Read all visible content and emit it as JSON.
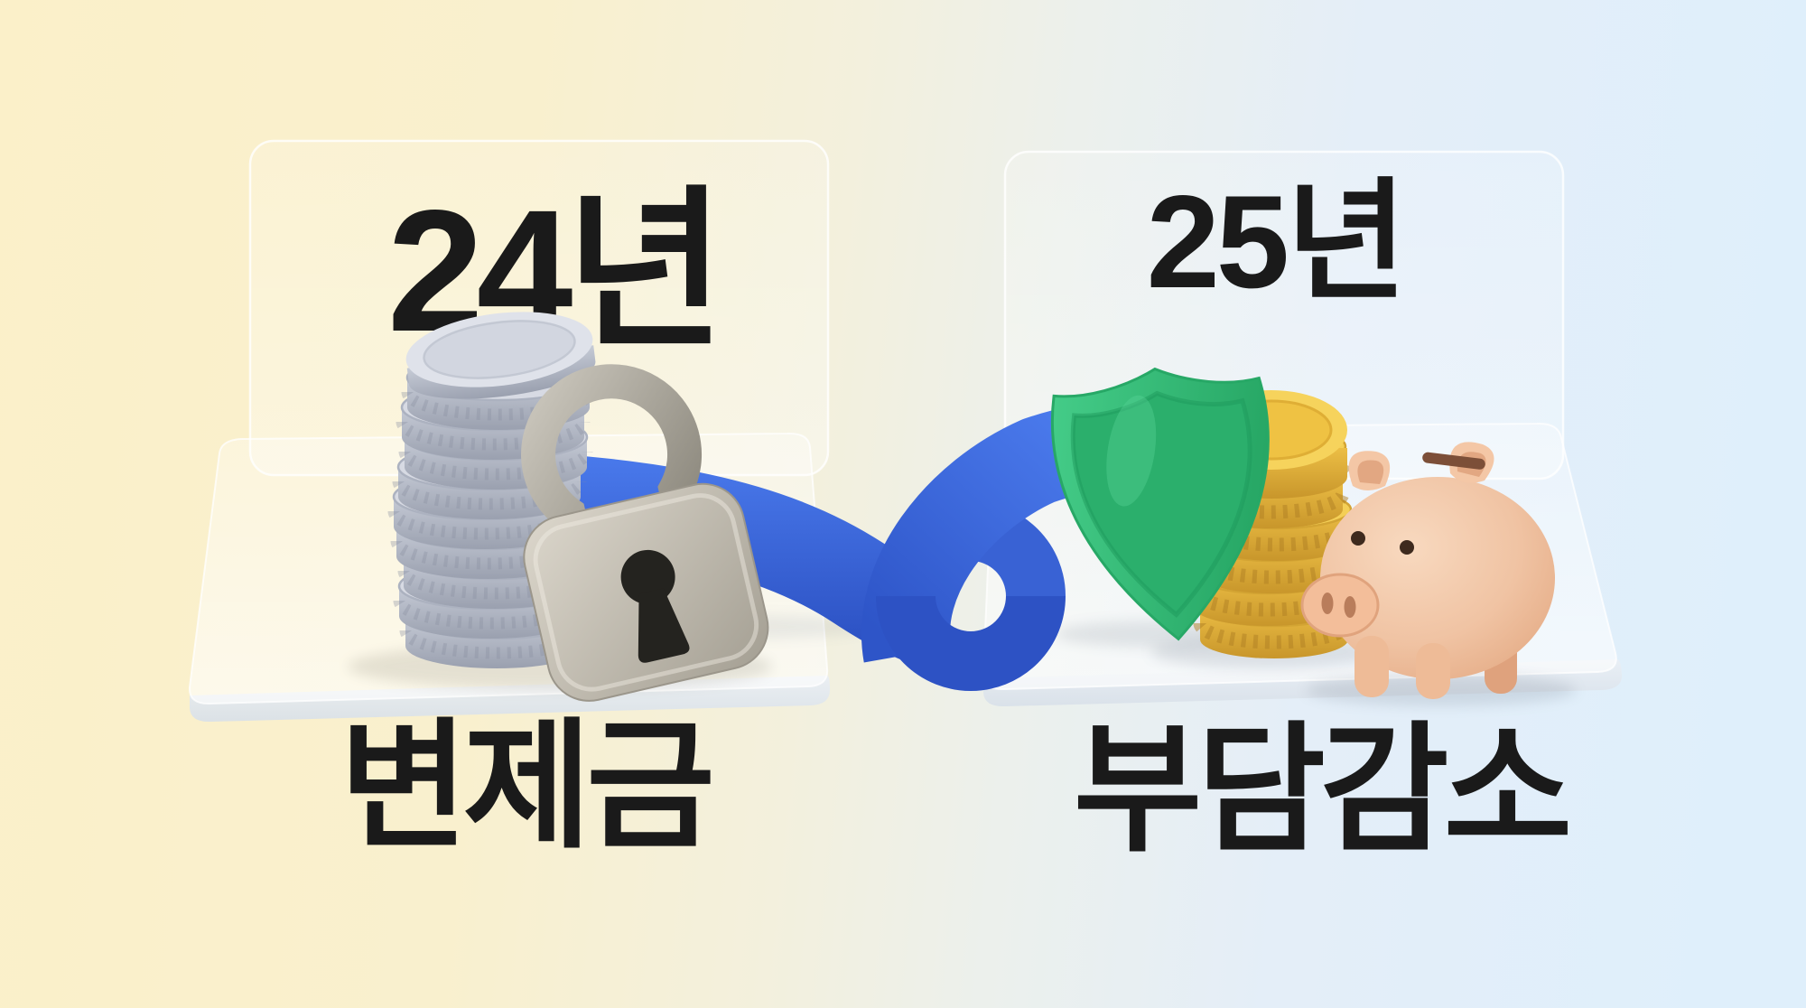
{
  "cards": {
    "left": {
      "year_label": "24년",
      "caption": "변제금",
      "icons": [
        {
          "name": "silver-coin-stack-icon",
          "color": "#C7CBD6"
        },
        {
          "name": "padlock-icon",
          "color": "#C2BDB2"
        }
      ]
    },
    "right": {
      "year_label": "25년",
      "caption": "부담감소",
      "icons": [
        {
          "name": "shield-icon",
          "color": "#2FB874"
        },
        {
          "name": "gold-coin-stack-icon",
          "color": "#F1C94E"
        },
        {
          "name": "piggy-bank-icon",
          "color": "#F0C3A3"
        }
      ]
    }
  },
  "connector": {
    "name": "blue-ribbon",
    "color": "#3D6CE3",
    "dark_color": "#2C51C3"
  },
  "palette": {
    "background_left": "#FBF0C9",
    "background_right": "#DFEFFB",
    "text": "#1A1A1A",
    "glass": "rgba(255,255,255,0.35)"
  }
}
